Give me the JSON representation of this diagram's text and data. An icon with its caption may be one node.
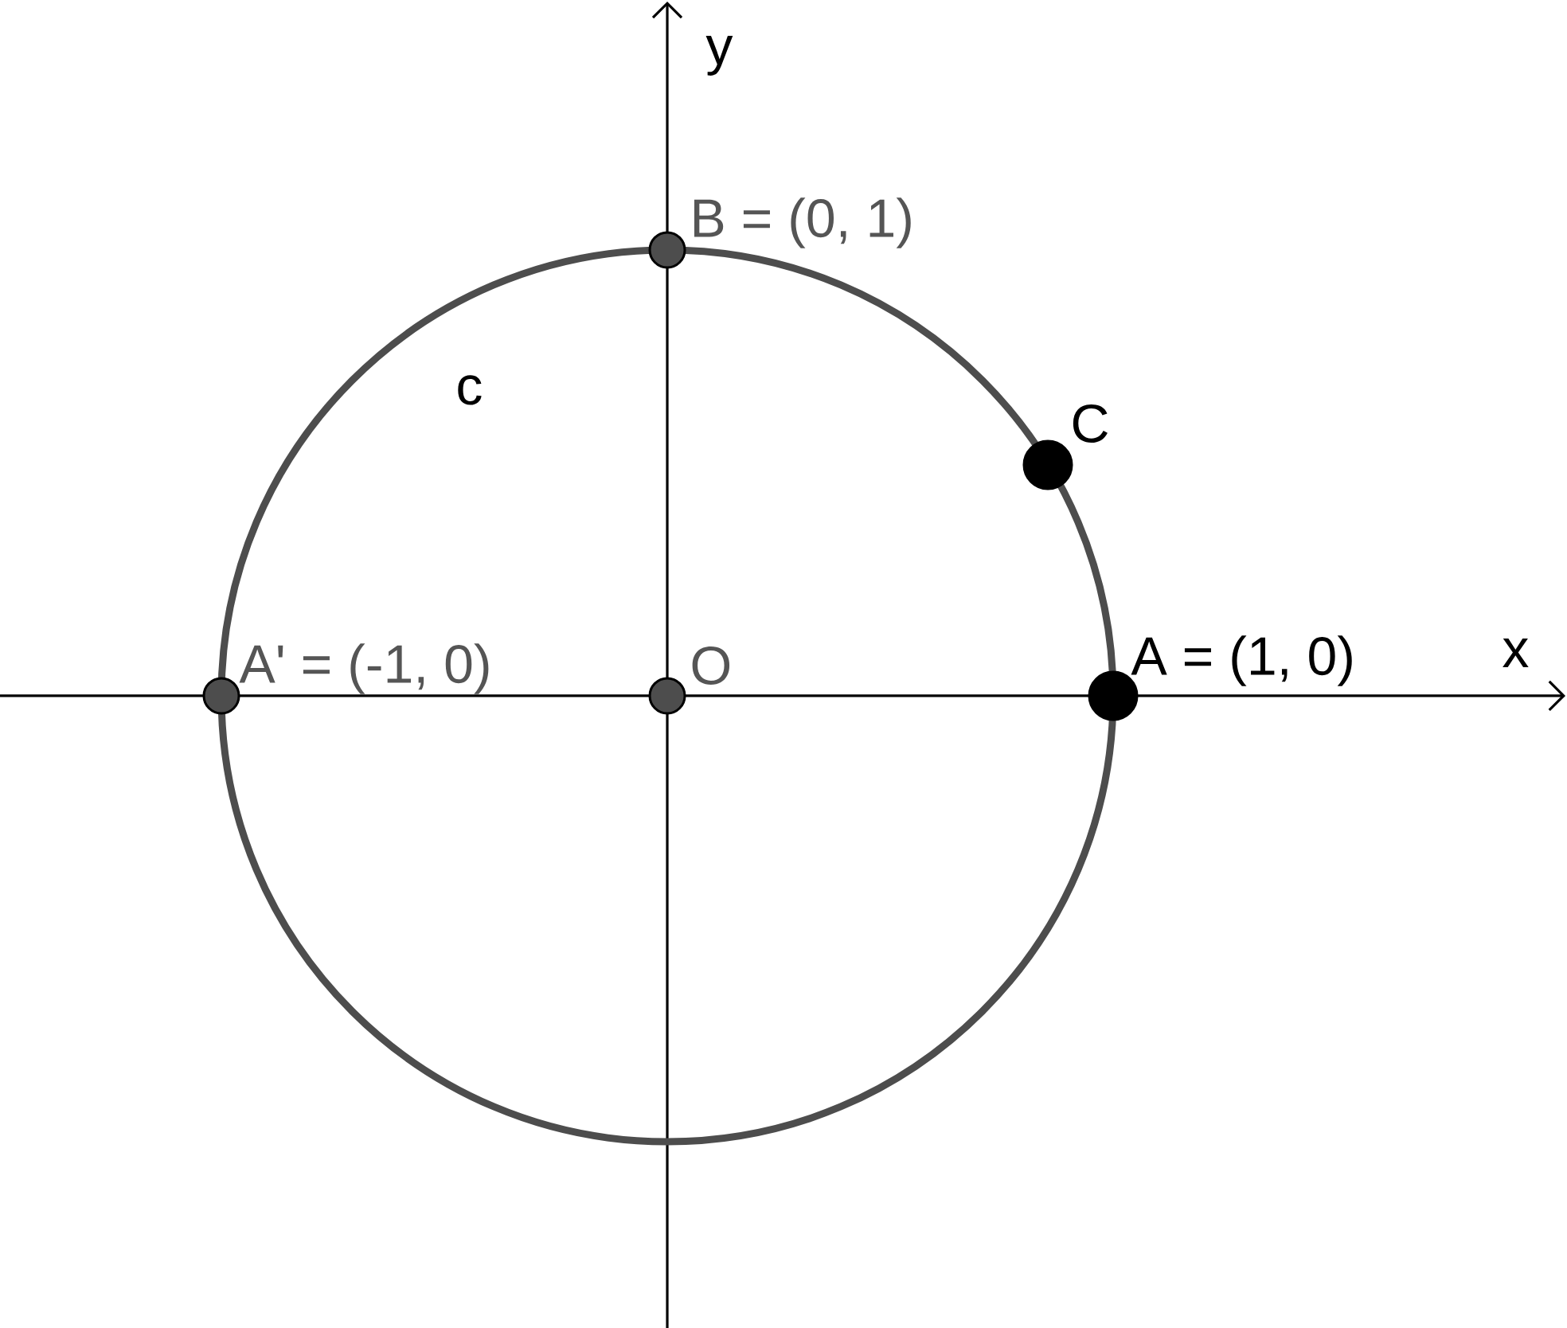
{
  "diagram": {
    "nodes": [
      {
        "text": [],
        "shape": "circle",
        "beside": [
          "B = (0, 1)"
        ]
      },
      {
        "text": [],
        "shape": "circle",
        "beside": [
          "C"
        ]
      },
      {
        "text": [],
        "shape": "circle",
        "beside": [
          "A' = (-1, 0)"
        ]
      },
      {
        "text": [],
        "shape": "circle",
        "beside": [
          "O"
        ]
      },
      {
        "text": [],
        "shape": "circle",
        "beside": [
          "A = (1, 0)"
        ]
      }
    ],
    "labels": [
      "y",
      "c",
      "x"
    ]
  }
}
